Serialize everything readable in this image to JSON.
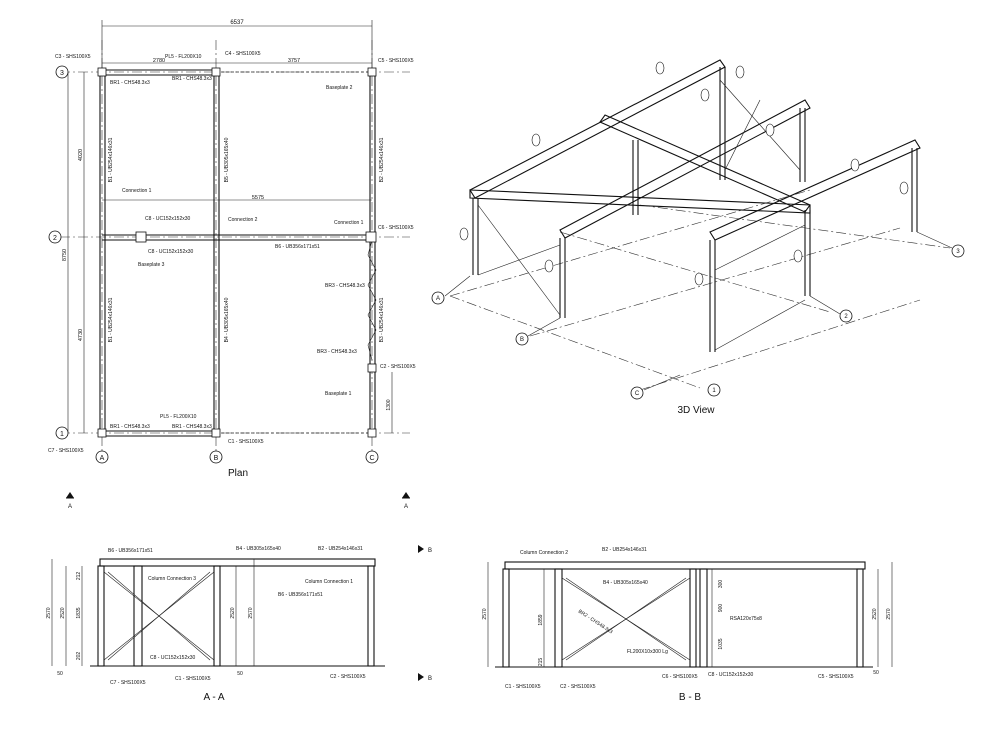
{
  "views": {
    "plan": {
      "caption": "Plan",
      "dims": {
        "overall": "6537",
        "upper_right": "3757",
        "left_top": "2780",
        "mid": "5575",
        "height_total": "8750",
        "height_top": "4020",
        "height_bottom": "4730",
        "small_right": "1300"
      },
      "grid_rows": [
        "3",
        "2",
        "1"
      ],
      "grid_cols": [
        "A",
        "B",
        "C"
      ],
      "labels": {
        "c3": "C3 - SHS100X5",
        "c4": "C4 - SHS100X5",
        "c5": "C5 - SHS100X5",
        "c6": "C6 - SHS100X5",
        "c2": "C2 - SHS100X5",
        "c1": "C1 - SHS100X5",
        "c7": "C7 - SHS100X5",
        "pl5_top": "PL5 - FL200X10",
        "pl5_bot": "PL5 - FL200X10",
        "br1_tl": "BR1 - CHS48.3x3",
        "br1_tr": "BR1 - CHS48.3x3",
        "br1_bl": "BR1 - CHS48.3x3",
        "br1_br": "BR1 - CHS48.3x3",
        "baseplate2": "Baseplate 2",
        "baseplate3": "Baseplate 3",
        "baseplate1": "Baseplate 1",
        "conn1_left": "Connection 1",
        "conn2": "Connection 2",
        "conn1_right": "Connection 1",
        "c8": "C8 - UC152x152x30",
        "c8b": "C8 - UC152x152x30",
        "b6": "B6 - UB356x171x51",
        "br3_a": "BR3 - CHS48.3x3",
        "br3_b": "BR3 - CHS48.3x3",
        "b1_top": "B1 - UB254x146x31",
        "b1_bot": "B1 - UB254x146x31",
        "b5_top": "B5 - UB305x165x40",
        "b4_bot": "B4 - UB305x165x40",
        "b2_right": "B2 - UB254x146x31",
        "b3_right": "B3 - UB254x146x31"
      },
      "section_marks": [
        "A",
        "A"
      ]
    },
    "iso": {
      "caption": "3D View",
      "grid": [
        "A",
        "B",
        "C",
        "1",
        "2",
        "3"
      ]
    },
    "section_aa": {
      "caption": "A - A",
      "dims": [
        "2570",
        "2520",
        "1835",
        "212",
        "202",
        "2520",
        "2570",
        "50",
        "50"
      ],
      "labels": {
        "b6": "B6 - UB356x171x51",
        "b4": "B4 - UB305x165x40",
        "b2": "B2 - UB254x146x31",
        "col_conn3": "Column Connection 3",
        "col_conn1": "Column Connection 1",
        "b6b": "B6 - UB356x171x51",
        "c8": "C8 - UC152x152x30",
        "c7": "C7 - SHS100X5",
        "c1": "C1 - SHS100X5",
        "c2": "C2 - SHS100X5"
      },
      "marks": [
        "B",
        "B"
      ]
    },
    "section_bb": {
      "caption": "B - B",
      "dims": [
        "2570",
        "1859",
        "215",
        "300",
        "900",
        "1035",
        "2520",
        "2570",
        "50"
      ],
      "labels": {
        "col_conn2": "Column Connection 2",
        "b2": "B2 - UB254x146x31",
        "b4": "B4 - UB305x165x40",
        "br2": "BR2 - CHS48.3x3",
        "rsa": "RSA120x75x8",
        "fl": "FL200X10x300 Lg",
        "c1": "C1 - SHS100X5",
        "c2": "C2 - SHS100X5",
        "c6": "C6 - SHS100X5",
        "c8": "C8 - UC152x152x30",
        "c5": "C5 - SHS100X5"
      }
    }
  }
}
